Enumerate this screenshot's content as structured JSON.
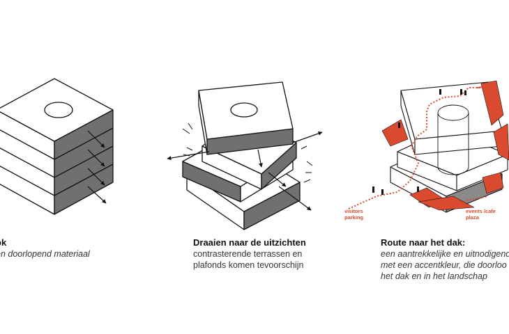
{
  "colors": {
    "accent": "#d94a2e",
    "dark_face": "#707070",
    "light_face": "#ffffff",
    "stroke": "#111111"
  },
  "captions": [
    {
      "title": "ok",
      "lines": [
        "en doorlopend materiaal"
      ],
      "italic": true
    },
    {
      "title": "Draaien naar de uitzichten",
      "lines": [
        "contrasterende terrassen en",
        "plafonds komen tevoorschijn"
      ],
      "italic": false
    },
    {
      "title": "Route naar het dak:",
      "lines": [
        "een aantrekkelijke en uitnodigend",
        "met een accentkleur, die doorloo",
        "het dak en in het landschap"
      ],
      "italic": true
    }
  ],
  "route_labels": {
    "visitors": [
      "visitors",
      "parking"
    ],
    "events": [
      "events /cafe",
      "plaza"
    ]
  }
}
